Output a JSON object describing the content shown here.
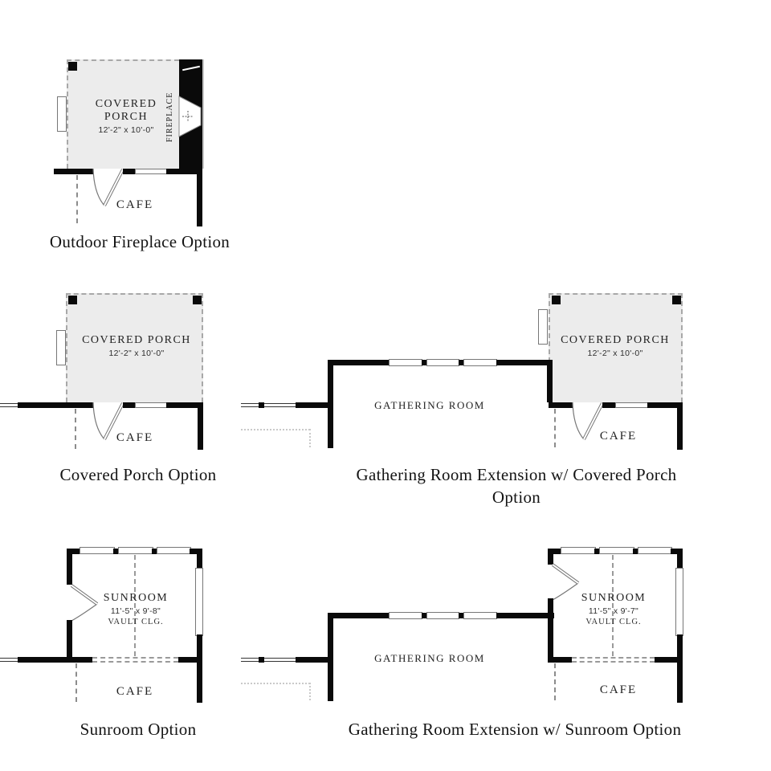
{
  "colors": {
    "wall": "#0a0a0a",
    "porch_fill": "#ececec",
    "dashed_boundary": "#a8a8a8",
    "reference_dotted": "#c9c9c9",
    "text": "#1a1a1a"
  },
  "plans": {
    "outdoor_fireplace": {
      "title": "Outdoor Fireplace Option",
      "room_line1": "COVERED",
      "room_line2": "PORCH",
      "dims": "12'-2\" x 10'-0\"",
      "fireplace": "FIREPLACE",
      "cafe": "CAFE"
    },
    "covered_porch": {
      "title": "Covered Porch Option",
      "room": "COVERED PORCH",
      "dims": "12'-2\" x 10'-0\"",
      "cafe": "CAFE"
    },
    "gathering_covered_porch": {
      "title_line1": "Gathering Room Extension w/ Covered Porch",
      "title_line2": "Option",
      "gathering": "GATHERING ROOM",
      "room": "COVERED PORCH",
      "dims": "12'-2\" x 10'-0\"",
      "cafe": "CAFE"
    },
    "sunroom": {
      "title": "Sunroom Option",
      "room": "SUNROOM",
      "dims": "11'-5\" x 9'-8\"",
      "ceiling": "VAULT CLG.",
      "cafe": "CAFE"
    },
    "gathering_sunroom": {
      "title": "Gathering Room Extension w/ Sunroom Option",
      "gathering": "GATHERING ROOM",
      "room": "SUNROOM",
      "dims": "11'-5\" x 9'-7\"",
      "ceiling": "VAULT CLG.",
      "cafe": "CAFE"
    }
  }
}
